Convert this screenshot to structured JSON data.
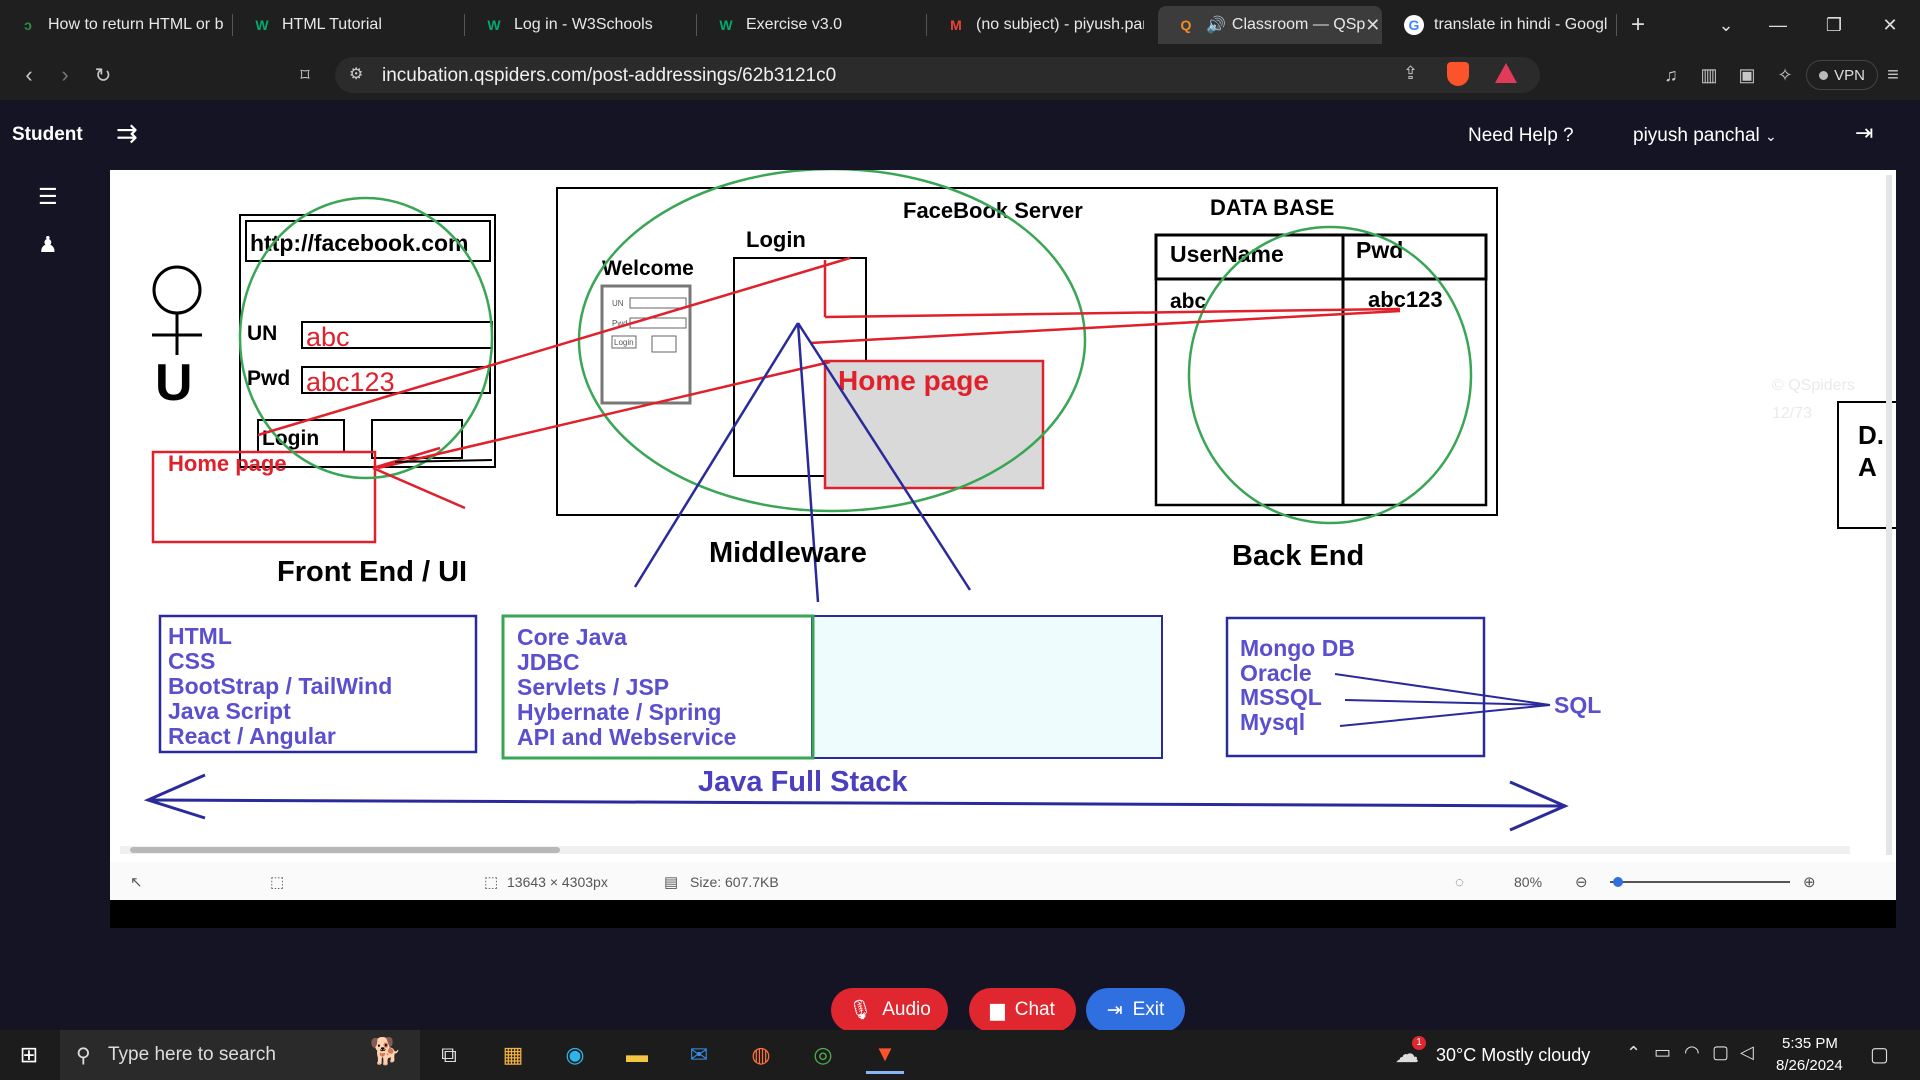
{
  "browser": {
    "tabs": [
      {
        "title": "How to return HTML or b",
        "icon": "gfg-icon"
      },
      {
        "title": "HTML Tutorial",
        "icon": "w3schools-icon"
      },
      {
        "title": "Log in - W3Schools",
        "icon": "w3schools-icon"
      },
      {
        "title": "Exercise v3.0",
        "icon": "w3schools-icon"
      },
      {
        "title": "(no subject) - piyush.panc",
        "icon": "gmail-icon"
      },
      {
        "title": "Classroom — QSp",
        "icon": "qspiders-icon"
      },
      {
        "title": "translate in hindi - Googl",
        "icon": "google-icon"
      }
    ],
    "url": "incubation.qspiders.com/post-addressings/62b3121c0",
    "vpn_label": "VPN"
  },
  "app": {
    "brand": "Student",
    "help": "Need Help ?",
    "user": "piyush panchal"
  },
  "diagram": {
    "url_box": "http://facebook.com",
    "un_label": "UN",
    "un_value": "abc",
    "pwd_label": "Pwd",
    "pwd_value": "abc123",
    "login_btn": "Login",
    "homepage_client": "Home page",
    "user_letter": "U",
    "server_title": "FaceBook Server",
    "login_label": "Login",
    "welcome_label": "Welcome",
    "mini_un": "UN",
    "mini_pwd": "Pwd",
    "mini_login": "Login",
    "homepage_server": "Home page",
    "db_title": "DATA BASE",
    "db_col1": "UserName",
    "db_col2": "Pwd",
    "db_val1": "abc",
    "db_val2": "abc123",
    "frontend_label": "Front End / UI",
    "middleware_label": "Middleware",
    "backend_label": "Back End",
    "frontend_items": [
      "HTML",
      "CSS",
      "BootStrap / TailWind",
      "Java Script",
      "React / Angular"
    ],
    "middleware_items": [
      "Core Java",
      "JDBC",
      "Servlets / JSP",
      "Hybernate / Spring",
      "API and Webservice"
    ],
    "backend_items": [
      "Mongo DB",
      "Oracle",
      "MSSQL",
      "Mysql"
    ],
    "sql_label": "SQL",
    "fullstack_label": "Java  Full Stack",
    "edge_d": "D.",
    "edge_a": "A",
    "watermark1": "© QSpiders",
    "watermark2": "12/73"
  },
  "viewer": {
    "dimensions": "13643 × 4303px",
    "size": "Size: 607.7KB",
    "zoom": "80%"
  },
  "controls": {
    "audio": "Audio",
    "chat": "Chat",
    "exit": "Exit"
  },
  "taskbar": {
    "search_placeholder": "Type here to search",
    "weather": "30°C  Mostly cloudy",
    "weather_badge": "1",
    "time": "5:35 PM",
    "date": "8/26/2024"
  },
  "colors": {
    "accent_red": "#e0262e",
    "accent_blue": "#2f6fe0",
    "diagram_red": "#e0202a",
    "diagram_green": "#3aa655",
    "diagram_blue": "#2a2a9a"
  }
}
